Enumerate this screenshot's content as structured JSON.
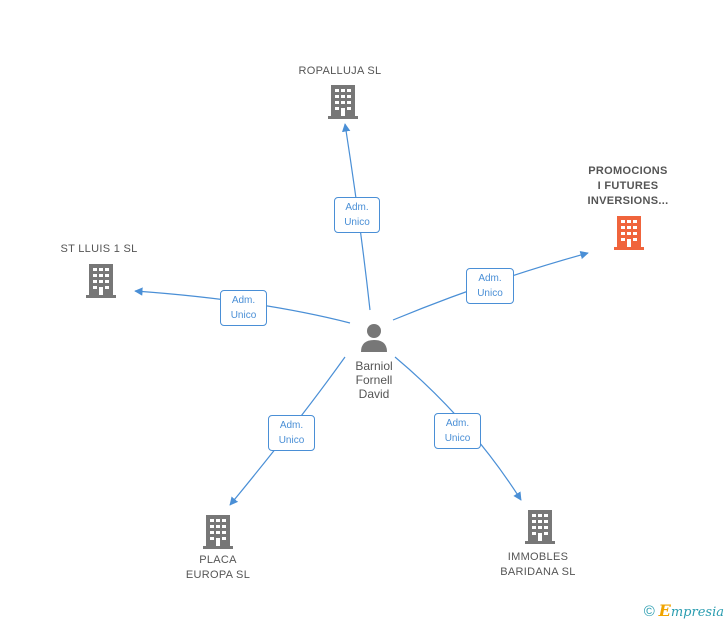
{
  "center": {
    "name_lines": [
      "Barniol",
      "Fornell",
      "David"
    ]
  },
  "companies": [
    {
      "id": "ropalluja",
      "label_lines": [
        "ROPALLUJA SL"
      ],
      "highlight": false
    },
    {
      "id": "promocions",
      "label_lines": [
        "PROMOCIONS",
        "I FUTURES",
        "INVERSIONS..."
      ],
      "highlight": true
    },
    {
      "id": "stlluis",
      "label_lines": [
        "ST LLUIS 1 SL"
      ],
      "highlight": false
    },
    {
      "id": "placa",
      "label_lines": [
        "PLACA",
        "EUROPA SL"
      ],
      "highlight": false
    },
    {
      "id": "immobles",
      "label_lines": [
        "IMMOBLES",
        "BARIDANA SL"
      ],
      "highlight": false
    }
  ],
  "relations": [
    {
      "to": "ropalluja",
      "line1": "Adm.",
      "line2": "Unico"
    },
    {
      "to": "promocions",
      "line1": "Adm.",
      "line2": "Unico"
    },
    {
      "to": "stlluis",
      "line1": "Adm.",
      "line2": "Unico"
    },
    {
      "to": "placa",
      "line1": "Adm.",
      "line2": "Unico"
    },
    {
      "to": "immobles",
      "line1": "Adm.",
      "line2": "Unico"
    }
  ],
  "colors": {
    "edge": "#4a8fd6",
    "building": "#777777",
    "building_highlight": "#f0643c",
    "person": "#777777"
  },
  "footer": {
    "copyright": "©",
    "brand_initial": "E",
    "brand_rest": "mpresia"
  }
}
